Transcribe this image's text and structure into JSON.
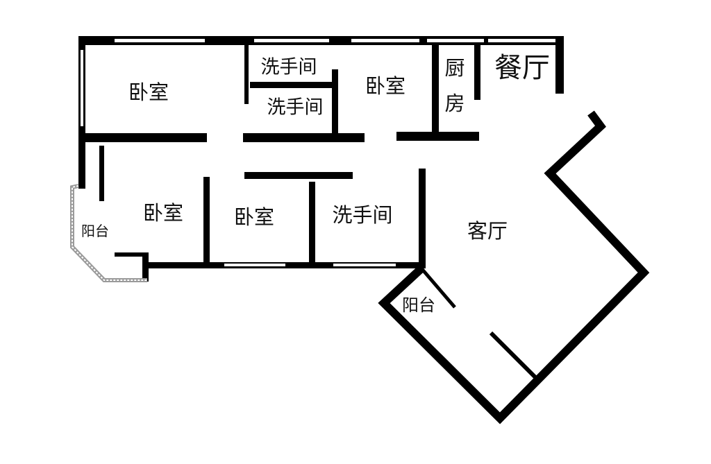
{
  "rooms": {
    "bedroom_top_left": "卧室",
    "bathroom_top_1": "洗手间",
    "bathroom_top_2": "洗手间",
    "bedroom_top_mid": "卧室",
    "kitchen_1": "厨",
    "kitchen_2": "房",
    "dining": "餐厅",
    "bedroom_bottom_left": "卧室",
    "bedroom_bottom_mid": "卧室",
    "bathroom_bottom": "洗手间",
    "balcony_left": "阳台",
    "living_room": "客厅",
    "balcony_right": "阳台"
  },
  "colors": {
    "wall": "#000000",
    "balcony_hatch": "#9a9a9a"
  }
}
